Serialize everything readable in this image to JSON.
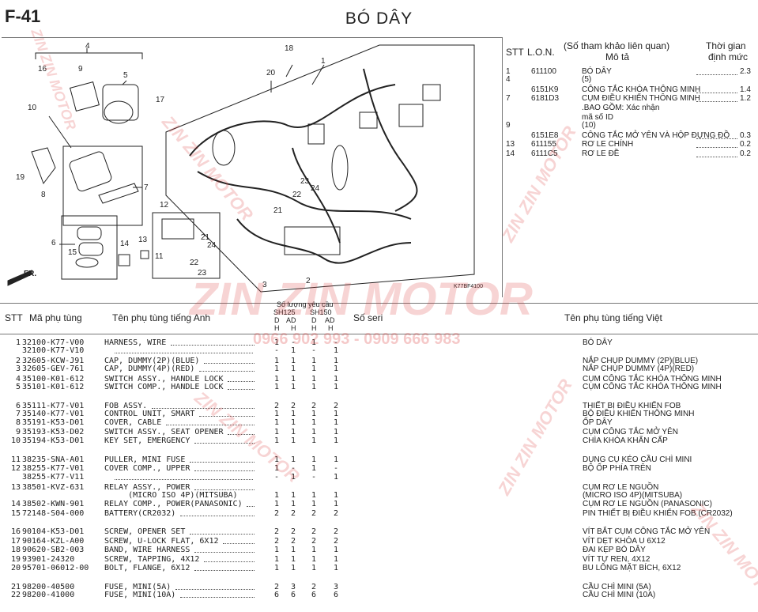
{
  "header": {
    "code": "F-41",
    "title": "BÓ DÂY"
  },
  "diagram": {
    "callouts": [
      "1",
      "2",
      "3",
      "4",
      "5",
      "6",
      "7",
      "8",
      "9",
      "10",
      "11",
      "12",
      "13",
      "14",
      "15",
      "16",
      "17",
      "18",
      "19",
      "20",
      "21",
      "22",
      "23",
      "24"
    ],
    "fr_label": "FR.",
    "figure_code": "K77BF4100"
  },
  "lon_panel": {
    "headers": {
      "stt": "STT",
      "lon": "L.O.N.",
      "ref": "(Số tham khảo liên quan)",
      "desc": "Mô tả",
      "time": "Thời gian",
      "norm": "định mức"
    },
    "rows": [
      {
        "stt": "1",
        "lon": "611100",
        "desc": "BÓ DÂY",
        "time": "2.3"
      },
      {
        "stt": "4",
        "lon": "",
        "desc": "(5)",
        "time": ""
      },
      {
        "stt": "",
        "lon": "6151K9",
        "desc": "CÔNG TẮC KHÓA THÔNG MINH",
        "time": "1.4"
      },
      {
        "stt": "7",
        "lon": "6181D3",
        "desc": "CỤM ĐIỀU KHIỂN THÔNG MINH",
        "time": "1.2"
      },
      {
        "stt": "",
        "lon": "",
        "desc": ".BAO GỒM: Xác nhận",
        "time": ""
      },
      {
        "stt": "",
        "lon": "",
        "desc": "mã số ID",
        "time": ""
      },
      {
        "stt": "9",
        "lon": "",
        "desc": "(10)",
        "time": ""
      },
      {
        "stt": "",
        "lon": "6151E8",
        "desc": "CÔNG TẮC MỞ YÊN VÀ HỘP ĐỰNG ĐỒ",
        "time": "0.3"
      },
      {
        "stt": "13",
        "lon": "611155",
        "desc": "RƠ LE CHÍNH",
        "time": "0.2"
      },
      {
        "stt": "14",
        "lon": "6111C5",
        "desc": "RƠ LE ĐỀ",
        "time": "0.2"
      }
    ]
  },
  "table": {
    "headers": {
      "stt": "STT",
      "part_no": "Mã phụ tùng",
      "name_en": "Tên phụ tùng tiếng Anh",
      "qty": "Số lượng yêu cầu",
      "sh125": "SH125",
      "sh150": "SH150",
      "d1": "D",
      "ad1": "AD",
      "d2": "D",
      "ad2": "AD",
      "h": "H",
      "serial": "Số seri",
      "name_vn": "Tên phụ tùng tiếng Việt"
    },
    "rows": [
      {
        "stt": "1",
        "pn": "32100-K77-V00",
        "en": "HARNESS, WIRE",
        "q": [
          "1",
          "-",
          "1",
          "-"
        ],
        "vn": "BÓ DÂY"
      },
      {
        "stt": "",
        "pn": "32100-K77-V10",
        "en": "",
        "q": [
          "-",
          "1",
          "-",
          "1"
        ],
        "vn": ""
      },
      {
        "stt": "2",
        "pn": "32605-KCW-J91",
        "en": "CAP, DUMMY(2P)(BLUE)",
        "q": [
          "1",
          "1",
          "1",
          "1"
        ],
        "vn": "NẮP CHỤP DUMMY (2P)(BLUE)"
      },
      {
        "stt": "3",
        "pn": "32605-GEV-761",
        "en": "CAP, DUMMY(4P)(RED)",
        "q": [
          "1",
          "1",
          "1",
          "1"
        ],
        "vn": "NẮP CHỤP DUMMY (4P)(RED)"
      },
      {
        "stt": "4",
        "pn": "35100-K01-612",
        "en": "SWITCH ASSY., HANDLE LOCK",
        "q": [
          "1",
          "1",
          "1",
          "1"
        ],
        "vn": "CỤM CÔNG TẮC KHÓA THÔNG MINH"
      },
      {
        "stt": "5",
        "pn": "35101-K01-612",
        "en": "SWITCH COMP., HANDLE LOCK",
        "q": [
          "1",
          "1",
          "1",
          "1"
        ],
        "vn": "CỤM CÔNG TẮC KHÓA THÔNG MINH"
      },
      {
        "stt": "6",
        "pn": "35111-K77-V01",
        "en": "FOB ASSY.",
        "q": [
          "2",
          "2",
          "2",
          "2"
        ],
        "vn": "THIẾT BỊ ĐIỀU KHIỂN FOB"
      },
      {
        "stt": "7",
        "pn": "35140-K77-V01",
        "en": "CONTROL UNIT, SMART",
        "q": [
          "1",
          "1",
          "1",
          "1"
        ],
        "vn": "BỘ ĐIỀU KHIỂN THÔNG MINH"
      },
      {
        "stt": "8",
        "pn": "35191-K53-D01",
        "en": "COVER, CABLE",
        "q": [
          "1",
          "1",
          "1",
          "1"
        ],
        "vn": "ỐP DÂY"
      },
      {
        "stt": "9",
        "pn": "35193-K53-D02",
        "en": "SWITCH ASSY., SEAT OPENER",
        "q": [
          "1",
          "1",
          "1",
          "1"
        ],
        "vn": "CỤM CÔNG TẮC MỞ YÊN"
      },
      {
        "stt": "10",
        "pn": "35194-K53-D01",
        "en": "KEY SET, EMERGENCY",
        "q": [
          "1",
          "1",
          "1",
          "1"
        ],
        "vn": "CHÌA KHÓA KHẨN CẤP"
      },
      {
        "stt": "11",
        "pn": "38235-SNA-A01",
        "en": "PULLER, MINI FUSE",
        "q": [
          "1",
          "1",
          "1",
          "1"
        ],
        "vn": "DỤNG CỤ KÉO CẦU CHÌ MINI"
      },
      {
        "stt": "12",
        "pn": "38255-K77-V01",
        "en": "COVER COMP., UPPER",
        "q": [
          "1",
          "-",
          "1",
          "-"
        ],
        "vn": "BỘ ỐP PHÍA TRÊN"
      },
      {
        "stt": "",
        "pn": "38255-K77-V11",
        "en": "",
        "q": [
          "-",
          "1",
          "-",
          "1"
        ],
        "vn": ""
      },
      {
        "stt": "13",
        "pn": "38501-KVZ-631",
        "en": "RELAY ASSY., POWER",
        "q": [
          "",
          "",
          "",
          ""
        ],
        "vn": "CỤM RƠ LE NGUỒN"
      },
      {
        "stt": "",
        "pn": "",
        "en": "     (MICRO ISO 4P)(MITSUBA)",
        "q": [
          "1",
          "1",
          "1",
          "1"
        ],
        "vn": "(MICRO ISO 4P)(MITSUBA)"
      },
      {
        "stt": "14",
        "pn": "38502-KWN-901",
        "en": "RELAY COMP., POWER(PANASONIC)",
        "q": [
          "1",
          "1",
          "1",
          "1"
        ],
        "vn": "CỤM RƠ LE NGUỒN (PANASONIC)"
      },
      {
        "stt": "15",
        "pn": "72148-S04-000",
        "en": "BATTERY(CR2032)",
        "q": [
          "2",
          "2",
          "2",
          "2"
        ],
        "vn": "PIN THIẾT BỊ ĐIỀU KHIỂN FOB (CR2032)"
      },
      {
        "stt": "16",
        "pn": "90104-K53-D01",
        "en": "SCREW, OPENER SET",
        "q": [
          "2",
          "2",
          "2",
          "2"
        ],
        "vn": "VÍT BẮT CỤM CÔNG TẮC MỞ YÊN"
      },
      {
        "stt": "17",
        "pn": "90164-KZL-A00",
        "en": "SCREW, U-LOCK FLAT, 6X12",
        "q": [
          "2",
          "2",
          "2",
          "2"
        ],
        "vn": "VÍT DẸT KHÓA U 6X12"
      },
      {
        "stt": "18",
        "pn": "90620-SB2-003",
        "en": "BAND, WIRE HARNESS",
        "q": [
          "1",
          "1",
          "1",
          "1"
        ],
        "vn": "ĐAI KẸP BÓ DÂY"
      },
      {
        "stt": "19",
        "pn": "93901-24320",
        "en": "SCREW, TAPPING, 4X12",
        "q": [
          "1",
          "1",
          "1",
          "1"
        ],
        "vn": "VÍT TỰ REN, 4X12"
      },
      {
        "stt": "20",
        "pn": "95701-06012-00",
        "en": "BOLT, FLANGE, 6X12",
        "q": [
          "1",
          "1",
          "1",
          "1"
        ],
        "vn": "BU LÔNG MẶT BÍCH, 6X12"
      },
      {
        "stt": "21",
        "pn": "98200-40500",
        "en": "FUSE, MINI(5A)",
        "q": [
          "2",
          "3",
          "2",
          "3"
        ],
        "vn": "CẦU CHÌ MINI (5A)"
      },
      {
        "stt": "22",
        "pn": "98200-41000",
        "en": "FUSE, MINI(10A)",
        "q": [
          "6",
          "6",
          "6",
          "6"
        ],
        "vn": "CẦU CHÌ MINI (10A)"
      }
    ]
  },
  "watermark": {
    "brand": "ZIN ZIN MOTOR",
    "phone": "0966 902 993 - 0909 666 983"
  },
  "colors": {
    "watermark": "#dc3c3c",
    "line": "#222222"
  }
}
